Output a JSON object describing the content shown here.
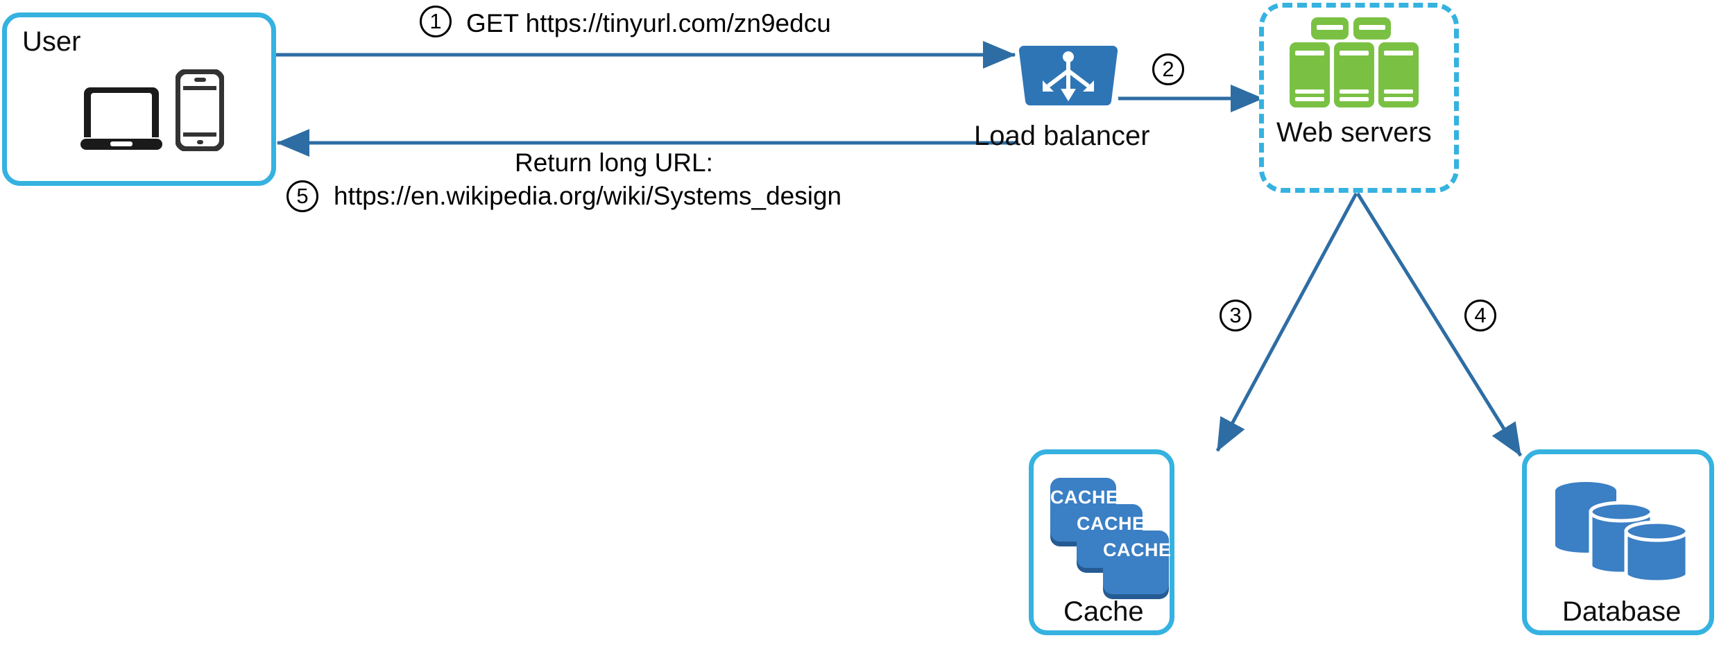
{
  "diagram": {
    "title": "URL shortener URL redirecting flow",
    "colors": {
      "node_border": "#35b2e0",
      "arrow": "#2e6da4",
      "server_green": "#7ac143",
      "component_blue": "#3b7fc4",
      "text": "#000000"
    }
  },
  "nodes": {
    "user": {
      "label": "User",
      "icons": [
        "laptop-icon",
        "smartphone-icon"
      ]
    },
    "load_balancer": {
      "label": "Load balancer",
      "icon": "load-balancer-icon"
    },
    "web_servers": {
      "label": "Web servers",
      "icon": "server-rack-icon",
      "rack_count": 5
    },
    "cache": {
      "label": "Cache",
      "tile_label": "CACHE",
      "tiles": [
        "CACHE",
        "CACHE",
        "CACHE"
      ]
    },
    "database": {
      "label": "Database",
      "icon": "database-cylinders-icon",
      "cylinder_count": 3
    }
  },
  "steps": [
    {
      "number": "1",
      "text": "GET https://tinyurl.com/zn9edcu",
      "from": "user",
      "to": "load_balancer"
    },
    {
      "number": "2",
      "text": "",
      "from": "load_balancer",
      "to": "web_servers"
    },
    {
      "number": "3",
      "text": "",
      "from": "web_servers",
      "to": "cache"
    },
    {
      "number": "4",
      "text": "",
      "from": "web_servers",
      "to": "database"
    },
    {
      "number": "5",
      "text": "Return long URL:",
      "text_line2": "https://en.wikipedia.org/wiki/Systems_design",
      "from": "web_servers",
      "to": "user"
    }
  ],
  "labels": {
    "step1_text": "GET https://tinyurl.com/zn9edcu",
    "step5_line1": "Return long URL:",
    "step5_line2": "https://en.wikipedia.org/wiki/Systems_design",
    "num1": "1",
    "num2": "2",
    "num3": "3",
    "num4": "4",
    "num5": "5"
  }
}
